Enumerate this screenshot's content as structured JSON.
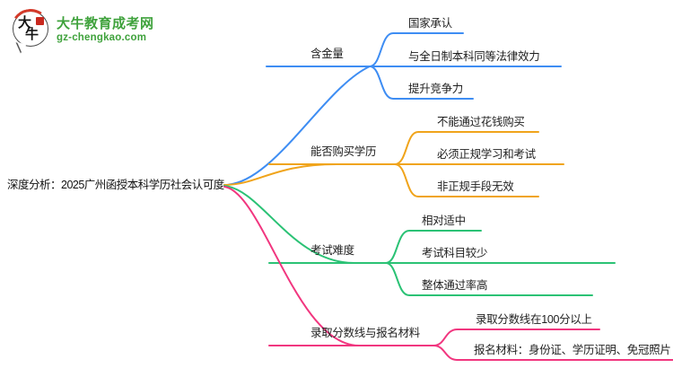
{
  "logo": {
    "title": "大牛教育成考网",
    "url": "gz-chengkao.com",
    "bubble_char_1": "大",
    "bubble_char_2": "牛",
    "brand_color": "#3fa23c"
  },
  "root": {
    "label": "深度分析：2025广州函授本科学历社会认可度"
  },
  "branches": [
    {
      "label": "含金量",
      "color": "#3E8DF3",
      "children": [
        "国家承认",
        "与全日制本科同等法律效力",
        "提升竞争力"
      ]
    },
    {
      "label": "能否购买学历",
      "color": "#F0A41B",
      "children": [
        "不能通过花钱购买",
        "必须正规学习和考试",
        "非正规手段无效"
      ]
    },
    {
      "label": "考试难度",
      "color": "#2BC275",
      "children": [
        "相对适中",
        "考试科目较少",
        "整体通过率高"
      ]
    },
    {
      "label": "录取分数线与报名材料",
      "color": "#F1367F",
      "children": [
        "录取分数线在100分以上",
        "报名材料：身份证、学历证明、免冠照片"
      ]
    }
  ]
}
